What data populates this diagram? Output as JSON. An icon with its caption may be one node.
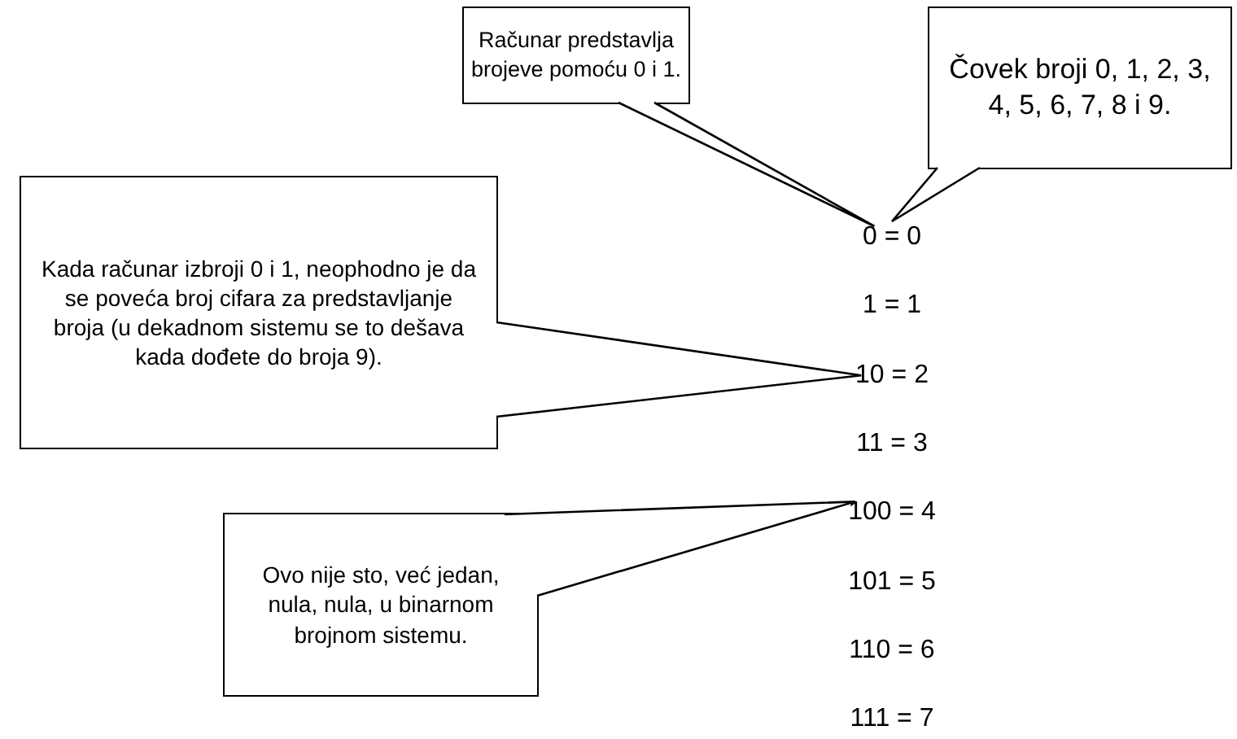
{
  "diagram": {
    "nodes": [
      {
        "text": [
          "Računar predstavlja brojeve pomoću 0 i 1."
        ]
      },
      {
        "text": [
          "Čovek broji 0, 1, 2, 3, 4, 5, 6, 7, 8 i 9."
        ]
      },
      {
        "text": [
          "Kada računar izbroji 0 i 1, neophodno je da se poveća broj cifara za predstavljanje broja (u dekadnom sistemu se to dešava kada dođete do broja 9)."
        ]
      },
      {
        "text": [
          "Ovo nije sto, već jedan, nula, nula, u binarnom brojnom sistemu."
        ]
      },
      {
        "text": [
          "0 = 0"
        ]
      },
      {
        "text": [
          "1 = 1"
        ]
      },
      {
        "text": [
          "10 = 2"
        ]
      },
      {
        "text": [
          "11 = 3"
        ]
      },
      {
        "text": [
          "100 = 4"
        ]
      },
      {
        "text": [
          "101 = 5"
        ]
      },
      {
        "text": [
          "110 = 6"
        ]
      },
      {
        "text": [
          "111 = 7"
        ]
      }
    ],
    "edges": [
      {
        "from": 0,
        "to": 4,
        "arrow": "none"
      },
      {
        "from": 1,
        "to": 4,
        "arrow": "none"
      },
      {
        "from": 2,
        "to": 6,
        "arrow": "none"
      },
      {
        "from": 3,
        "to": 8,
        "arrow": "none"
      }
    ]
  }
}
